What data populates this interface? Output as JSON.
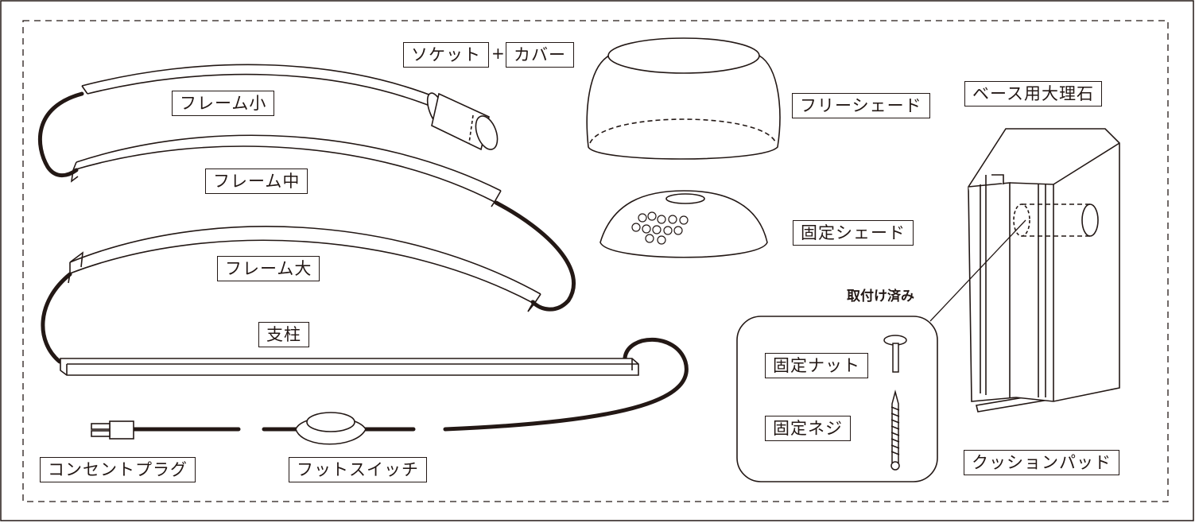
{
  "labels": {
    "socket": "ソケット",
    "plus": "+",
    "cover": "カバー",
    "frame_small": "フレーム小",
    "frame_medium": "フレーム中",
    "frame_large": "フレーム大",
    "pillar": "支柱",
    "plug": "コンセントプラグ",
    "foot_switch": "フットスイッチ",
    "free_shade": "フリーシェード",
    "fixed_shade": "固定シェード",
    "marble_base": "ベース用大理石",
    "preinstalled": "取付け済み",
    "fixing_nut": "固定ナット",
    "fixing_screw": "固定ネジ",
    "cushion_pad": "クッションパッド"
  },
  "colors": {
    "line": "#231815",
    "background": "#ffffff"
  }
}
